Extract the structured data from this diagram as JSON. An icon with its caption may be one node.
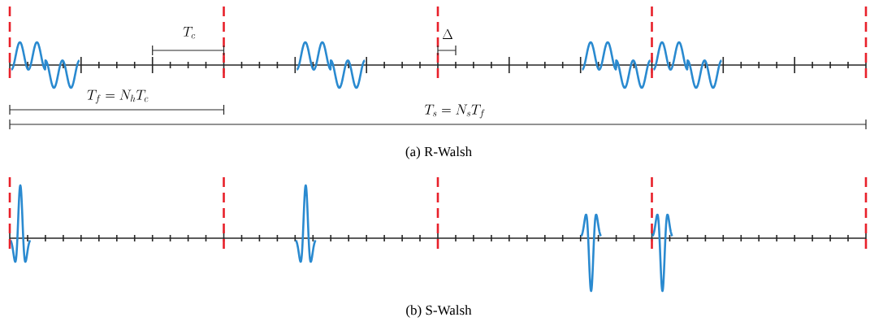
{
  "diagram": {
    "labels": [
      "T_c",
      "\\Delta",
      "T_f = N_h T_c",
      "T_s = N_s T_f",
      "(a) R-Walsh",
      "(b) S-Walsh"
    ]
  }
}
